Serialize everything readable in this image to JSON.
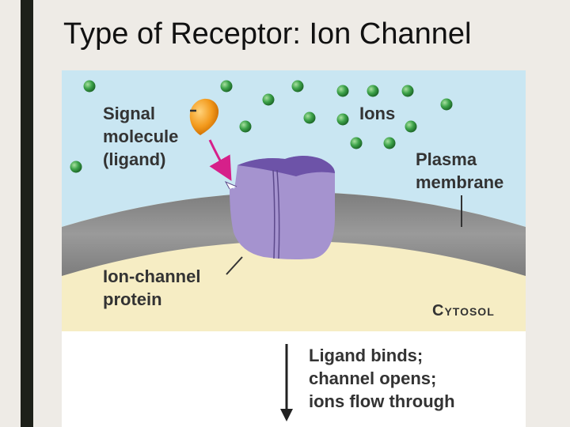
{
  "slide": {
    "title": "Type of Receptor: Ion Channel"
  },
  "diagram": {
    "labels": {
      "signal_line1": "Signal",
      "signal_line2": "molecule",
      "signal_line3": "(ligand)",
      "ions": "Ions",
      "plasma_line1": "Plasma",
      "plasma_line2": "membrane",
      "protein_line1": "Ion-channel",
      "protein_line2": "protein",
      "cytosol": "Cytosol",
      "step_line1": "Ligand binds;",
      "step_line2": "channel opens;",
      "step_line3": "ions flow through"
    },
    "colors": {
      "extracellular": "#c9e6f2",
      "membrane": "#8f8f8f",
      "cytosol": "#f6edc4",
      "protein": "#a593cf",
      "protein_top": "#6d53a8",
      "ligand": "#f39a1c",
      "ion": "#3da34a",
      "arrow": "#d6208a"
    }
  }
}
